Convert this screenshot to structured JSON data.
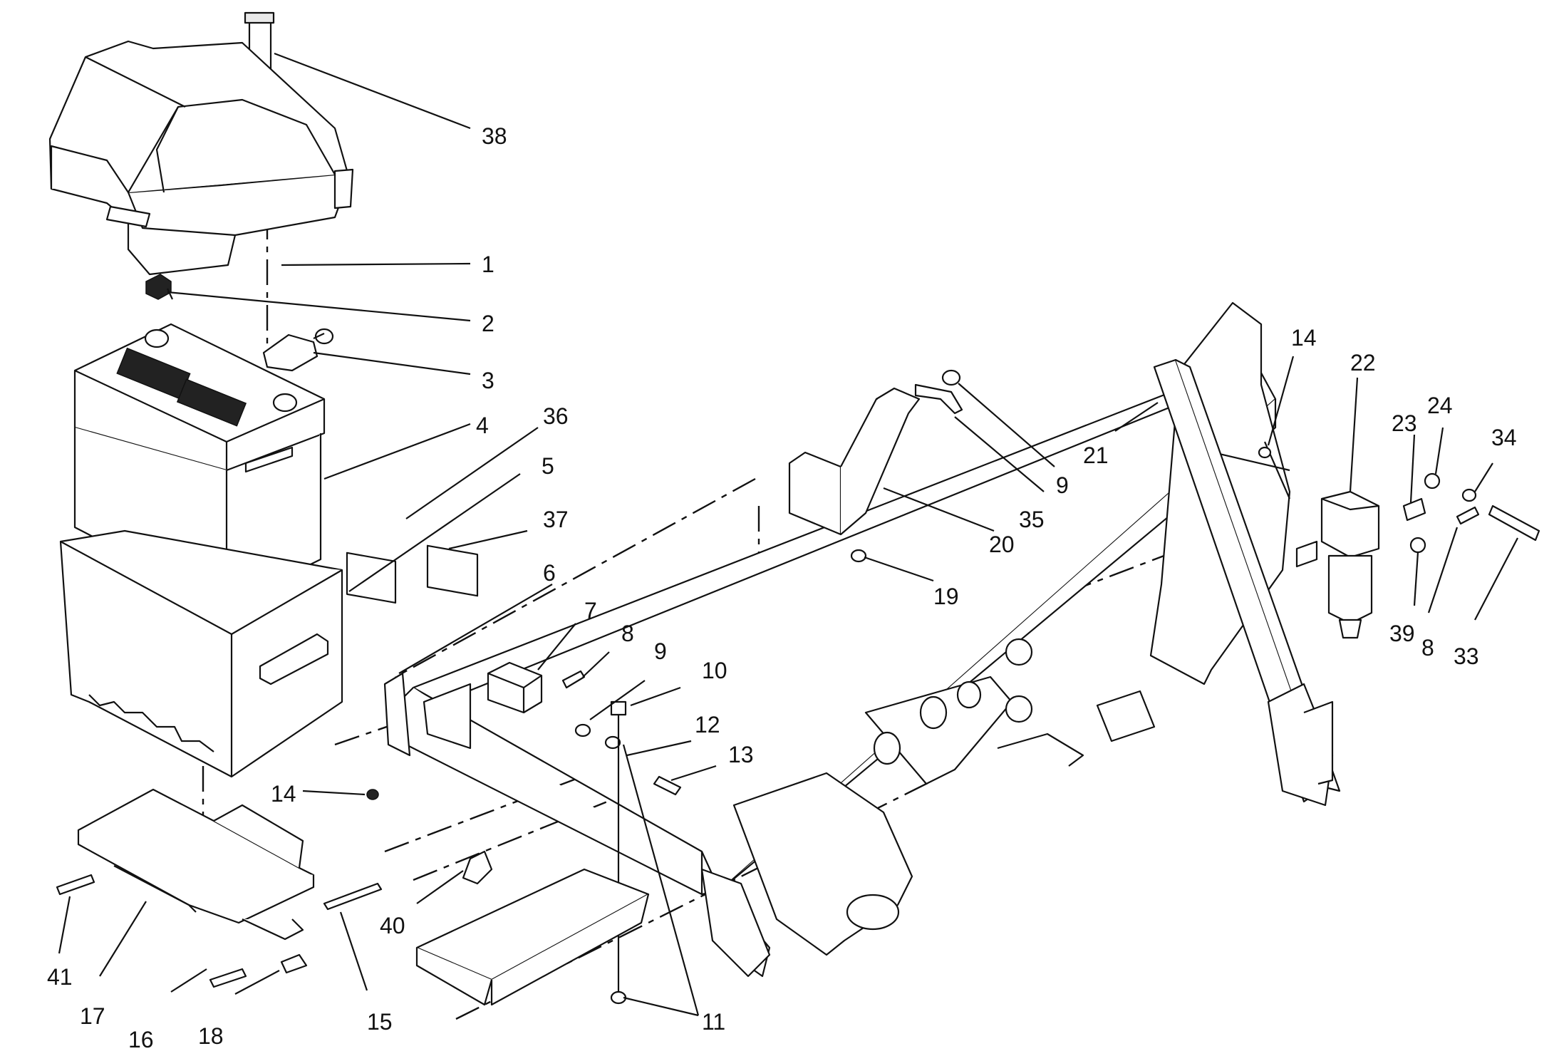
{
  "callouts": [
    {
      "id": "c38",
      "label": "38"
    },
    {
      "id": "c1",
      "label": "1"
    },
    {
      "id": "c2",
      "label": "2"
    },
    {
      "id": "c3",
      "label": "3"
    },
    {
      "id": "c4",
      "label": "4"
    },
    {
      "id": "c36",
      "label": "36"
    },
    {
      "id": "c5",
      "label": "5"
    },
    {
      "id": "c37",
      "label": "37"
    },
    {
      "id": "c6",
      "label": "6"
    },
    {
      "id": "c7",
      "label": "7"
    },
    {
      "id": "c8a",
      "label": "8"
    },
    {
      "id": "c9a",
      "label": "9"
    },
    {
      "id": "c10",
      "label": "10"
    },
    {
      "id": "c12",
      "label": "12"
    },
    {
      "id": "c13",
      "label": "13"
    },
    {
      "id": "c14a",
      "label": "14"
    },
    {
      "id": "c40",
      "label": "40"
    },
    {
      "id": "c41",
      "label": "41"
    },
    {
      "id": "c17",
      "label": "17"
    },
    {
      "id": "c16",
      "label": "16"
    },
    {
      "id": "c18",
      "label": "18"
    },
    {
      "id": "c15",
      "label": "15"
    },
    {
      "id": "c11",
      "label": "11"
    },
    {
      "id": "c19",
      "label": "19"
    },
    {
      "id": "c20",
      "label": "20"
    },
    {
      "id": "c35",
      "label": "35"
    },
    {
      "id": "c9b",
      "label": "9"
    },
    {
      "id": "c21",
      "label": "21"
    },
    {
      "id": "c14b",
      "label": "14"
    },
    {
      "id": "c22",
      "label": "22"
    },
    {
      "id": "c23",
      "label": "23"
    },
    {
      "id": "c24",
      "label": "24"
    },
    {
      "id": "c34",
      "label": "34"
    },
    {
      "id": "c39",
      "label": "39"
    },
    {
      "id": "c8b",
      "label": "8"
    },
    {
      "id": "c33",
      "label": "33"
    }
  ]
}
